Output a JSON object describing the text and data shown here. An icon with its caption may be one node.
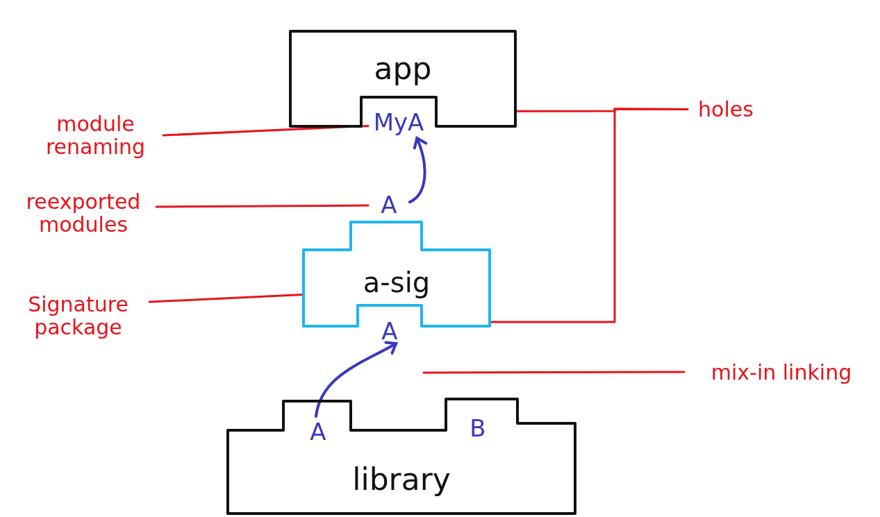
{
  "diagram": {
    "nodes": [
      {
        "text": [
          "app"
        ]
      },
      {
        "text": [
          "MyA"
        ]
      },
      {
        "text": [
          "holes"
        ]
      },
      {
        "text": [
          "module renaming"
        ]
      },
      {
        "text": [
          "reexported modules"
        ]
      },
      {
        "text": [
          "A"
        ]
      },
      {
        "text": [
          "a-sig"
        ]
      },
      {
        "text": [
          "Signature package"
        ]
      },
      {
        "text": [
          "A"
        ]
      },
      {
        "text": [
          "mix-in linking"
        ]
      },
      {
        "text": [
          "library"
        ]
      },
      {
        "text": [
          "A"
        ],
        "in": 10
      },
      {
        "text": [
          "B"
        ],
        "in": 10
      }
    ],
    "edges": [
      {
        "from": 5,
        "to": 1,
        "arrow": "to",
        "color": "#3a37c0"
      },
      {
        "from": 11,
        "to": 8,
        "arrow": "to",
        "color": "#3a37c0"
      },
      {
        "from": 3,
        "to": 1,
        "arrow": "none"
      },
      {
        "from": 4,
        "to": 5,
        "arrow": "none"
      },
      {
        "from": 7,
        "to": 6,
        "arrow": "none"
      },
      {
        "from": 9,
        "to": null,
        "arrow": "none"
      },
      {
        "from": 2,
        "to": 0,
        "arrow": "none"
      },
      {
        "from": 2,
        "to": 6,
        "arrow": "none"
      }
    ]
  }
}
